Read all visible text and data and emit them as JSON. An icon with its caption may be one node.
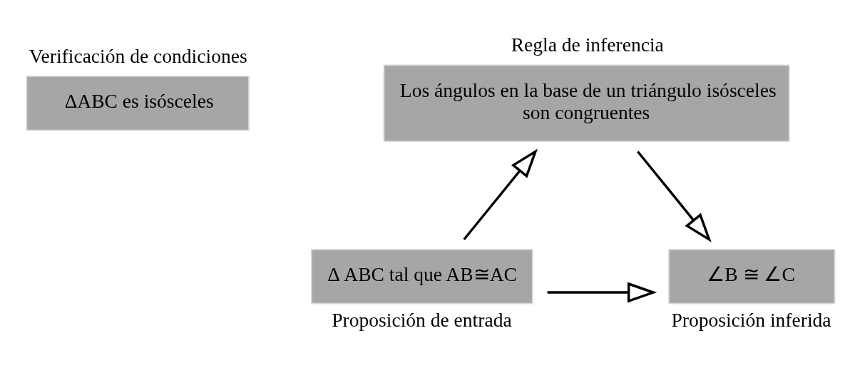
{
  "diagram": {
    "nodes": [
      {
        "text": [
          "Regla de inferencia",
          "Los ángulos en la base de un triángulo isósceles son congruentes"
        ]
      },
      {
        "text": [
          "Verificación de condiciones",
          "ΔABC es isósceles"
        ]
      },
      {
        "text": [
          "Δ ABC tal que AB≅AC"
        ],
        "beside": [
          "Proposición de entrada"
        ]
      },
      {
        "text": [
          "∠B ≅ ∠C"
        ],
        "beside": [
          "Proposición inferida"
        ]
      }
    ],
    "edges": [
      {
        "from": 2,
        "to": 0,
        "arrow": "to"
      },
      {
        "from": 0,
        "to": 3,
        "arrow": "to"
      },
      {
        "from": 2,
        "to": 3,
        "arrow": "to"
      }
    ]
  }
}
